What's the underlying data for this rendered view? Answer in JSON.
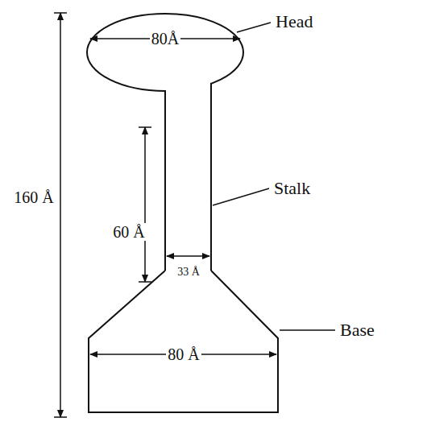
{
  "diagram": {
    "labels": [
      "Head",
      "80Å",
      "160 Å",
      "60 Å",
      "Stalk",
      "33 Å",
      "Base",
      "80 Å"
    ]
  }
}
